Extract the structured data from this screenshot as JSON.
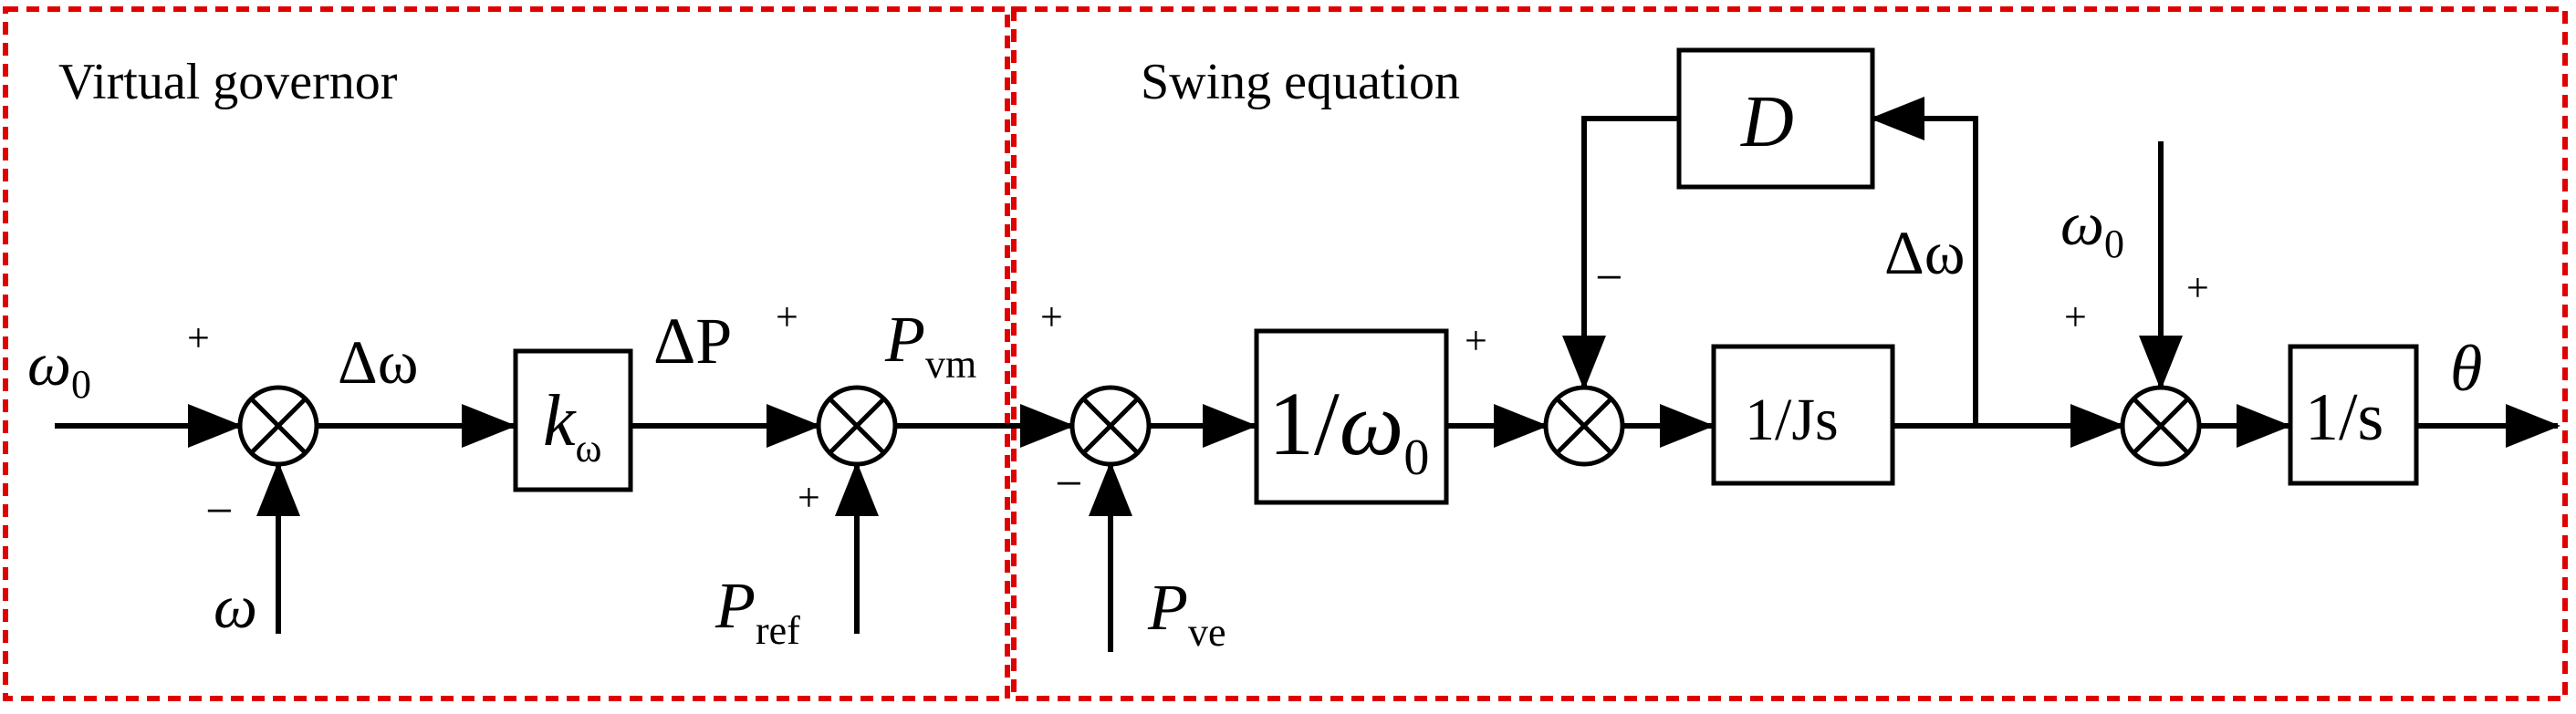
{
  "sections": {
    "governor": {
      "title": "Virtual governor"
    },
    "swing": {
      "title": "Swing equation"
    }
  },
  "blocks": {
    "k_omega": {
      "main": "k",
      "sub": "ω"
    },
    "inv_omega0": {
      "main": "1/",
      "var": "ω",
      "sub": "0"
    },
    "inv_js": {
      "text": "1/Js"
    },
    "damping": {
      "text": "D"
    },
    "integrator": {
      "text": "1/s"
    }
  },
  "signals": {
    "omega0_in": {
      "main": "ω",
      "sub": "0"
    },
    "omega_feedback": {
      "text": "ω"
    },
    "delta_omega_gov": {
      "text": "Δω"
    },
    "delta_p": {
      "text": "ΔP"
    },
    "p_vm": {
      "main": "P",
      "sub": "vm"
    },
    "p_ref": {
      "main": "P",
      "sub": "ref"
    },
    "p_ve": {
      "main": "P",
      "sub": "ve"
    },
    "delta_omega_swing": {
      "text": "Δω"
    },
    "omega0_ref": {
      "main": "ω",
      "sub": "0"
    },
    "theta": {
      "text": "θ"
    }
  },
  "signs": {
    "plus": "+",
    "minus": "−"
  },
  "colors": {
    "border": "#e00000",
    "line": "#000000"
  }
}
